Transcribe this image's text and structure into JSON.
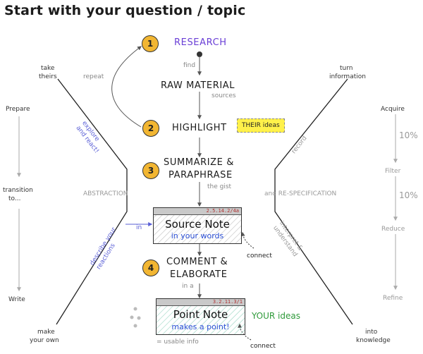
{
  "title": "Start with your question / topic",
  "steps": {
    "s1": {
      "number": "1",
      "label": "RESEARCH"
    },
    "raw": "RAW MATERIAL",
    "s2": {
      "number": "2",
      "label": "HIGHLIGHT"
    },
    "s3": {
      "number": "3",
      "line1": "SUMMARIZE &",
      "line2": "PARAPHRASE"
    },
    "s4": {
      "number": "4",
      "line1": "COMMENT &",
      "line2": "ELABORATE"
    }
  },
  "arrow_labels": {
    "find": "find",
    "sources": "sources",
    "repeat": "repeat",
    "gist": "the gist",
    "in_a": "in a",
    "in": "in",
    "usable": "= usable info"
  },
  "badges": {
    "their_ideas": "THEIR ideas",
    "your_ideas": "YOUR ideas"
  },
  "source_note": {
    "code": "2.5.14.2/4a",
    "title": "Source Note",
    "subtitle": "in your words",
    "connect": "connect"
  },
  "point_note": {
    "code": "3.2.11.3/1",
    "title": "Point Note",
    "subtitle": "makes a point!",
    "connect": "connect"
  },
  "left_side": {
    "top_line1": "take",
    "top_line2": "theirs",
    "bottom_line1": "make",
    "bottom_line2": "your own",
    "explore": "explore\nand react!",
    "describe": "describe your\nreactions",
    "abstraction": "ABSTRACTION"
  },
  "right_side": {
    "top_line1": "turn",
    "top_line2": "information",
    "bottom_line1": "into",
    "bottom_line2": "knowledge",
    "record": "record",
    "re_spec": "and RE-SPECIFICATION",
    "interpret": "interpret &\nunderstand"
  },
  "left_flow": {
    "prepare": "Prepare",
    "transition1": "transition",
    "transition2": "to...",
    "write": "Write"
  },
  "right_flow": {
    "acquire": "Acquire",
    "pct1": "10%",
    "filter": "Filter",
    "pct2": "10%",
    "reduce": "Reduce",
    "refine": "Refine"
  },
  "colors": {
    "accent_orange": "#f2b632",
    "source_fill": "#e9e9e9",
    "point_fill": "#c8ece0",
    "research": "#6a3fd6",
    "your_ideas": "#2f9a3a",
    "subtitle_blue": "#2b4fd6",
    "highlight_yellow": "#fff14a"
  }
}
